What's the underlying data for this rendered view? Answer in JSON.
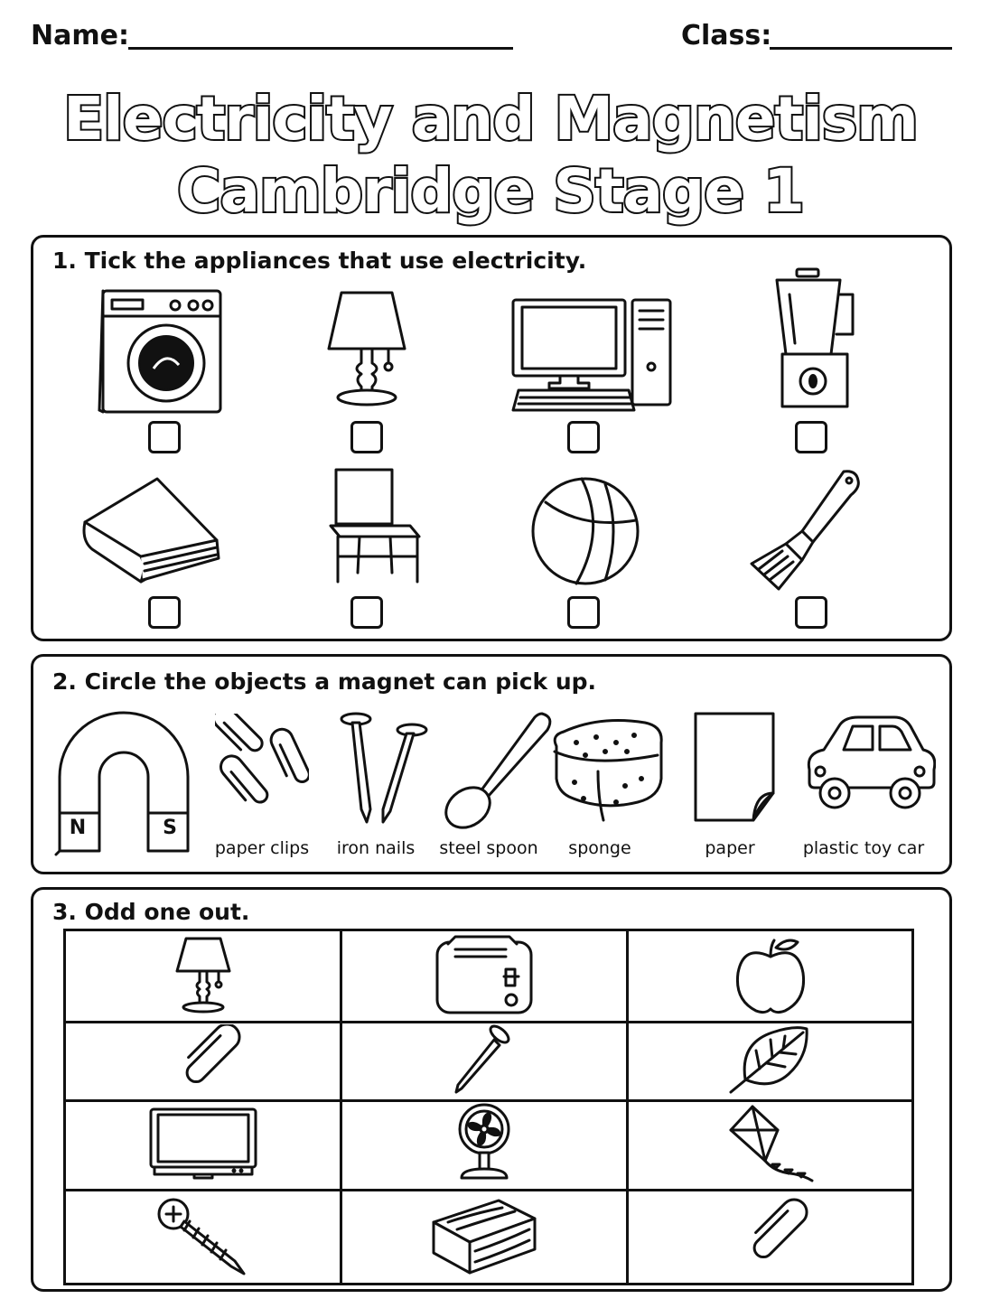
{
  "header": {
    "name_label": "Name:",
    "class_label": "Class:"
  },
  "title": {
    "line1": "Electricity and Magnetism",
    "line2": "Cambridge Stage 1"
  },
  "section1": {
    "question": "1. Tick the appliances that use electricity.",
    "row1": [
      "washing-machine",
      "lamp",
      "computer",
      "blender"
    ],
    "row2": [
      "book",
      "chair",
      "beach-ball",
      "paintbrush"
    ]
  },
  "section2": {
    "question": "2. Circle the objects a magnet can pick up.",
    "magnet_poles": {
      "north": "N",
      "south": "S"
    },
    "items": [
      "paper clips",
      "iron nails",
      "steel spoon",
      "sponge",
      "paper",
      "plastic toy car"
    ]
  },
  "section3": {
    "question": "3. Odd one out.",
    "rows": [
      [
        "lamp-icon",
        "toaster-icon",
        "apple-icon"
      ],
      [
        "paper-clip-icon",
        "nail-icon",
        "leaf-icon"
      ],
      [
        "television-icon",
        "fan-icon",
        "kite-icon"
      ],
      [
        "screw-icon",
        "wood-block-icon",
        "paper-clip-icon"
      ]
    ]
  }
}
